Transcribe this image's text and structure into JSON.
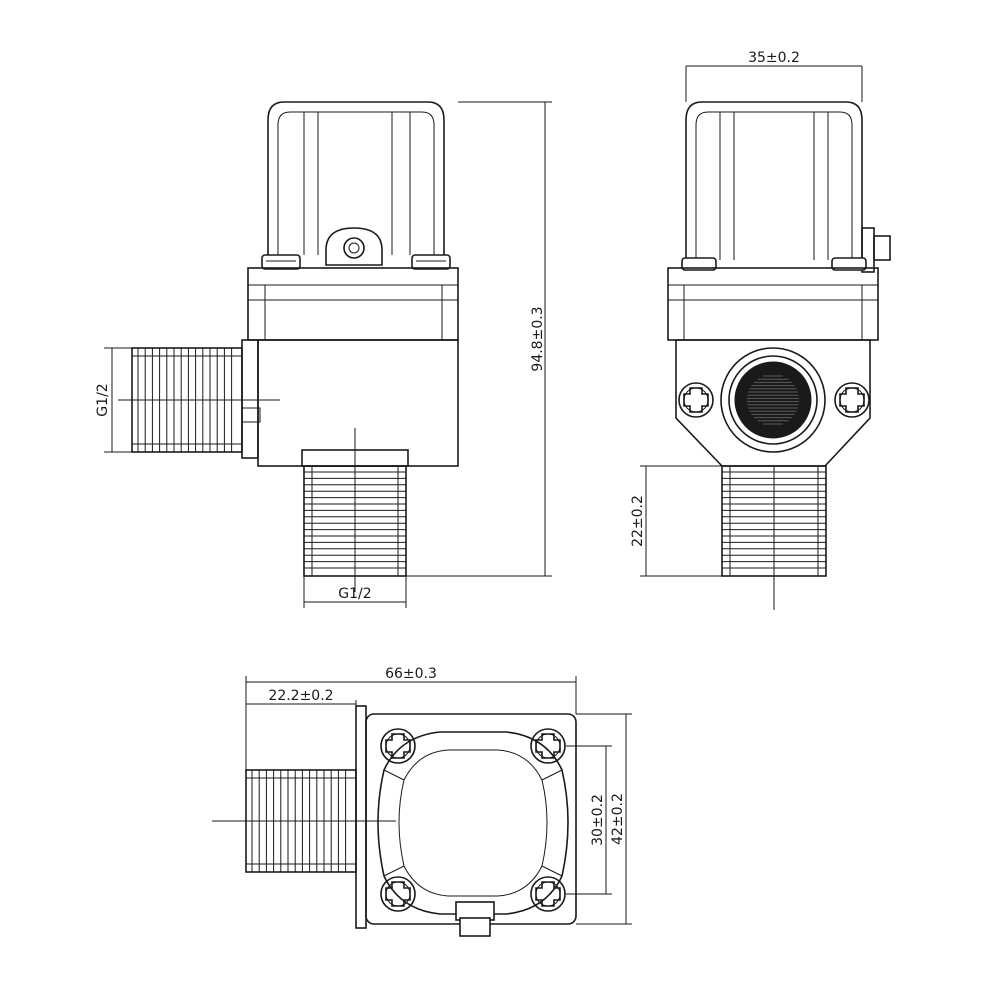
{
  "dimensions": {
    "side_height": "94.8±0.3",
    "side_inlet_thread": "G1/2",
    "side_outlet_thread": "G1/2",
    "front_width": "35±0.2",
    "front_thread_length": "22±0.2",
    "top_total_length": "66±0.3",
    "top_thread_length": "22.2±0.2",
    "top_hole_spacing": "30±0.2",
    "top_body_width": "42±0.2"
  }
}
